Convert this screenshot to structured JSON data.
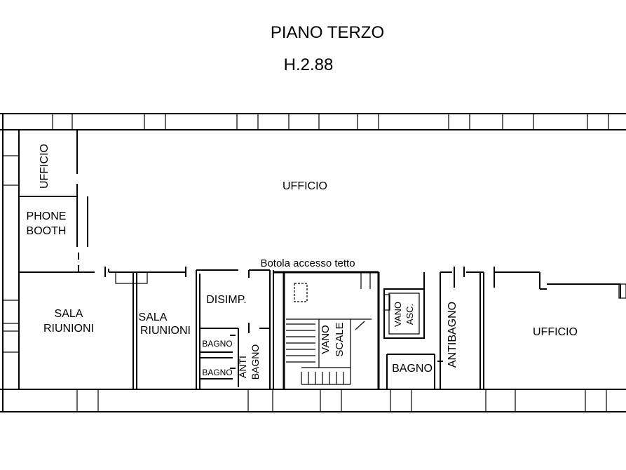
{
  "header": {
    "title": "PIANO TERZO",
    "height": "H.2.88"
  },
  "rooms": {
    "ufficio_small": "UFFICIO",
    "ufficio_main": "UFFICIO",
    "phone_booth_line1": "PHONE",
    "phone_booth_line2": "BOOTH",
    "sala1_line1": "SALA",
    "sala1_line2": "RIUNIONI",
    "sala2_line1": "SALA",
    "sala2_line2": "RIUNIONI",
    "disimp": "DISIMP.",
    "bagno_upper": "BAGNO",
    "bagno_lower": "BAGNO",
    "antibagno_left_line1": "ANTI",
    "antibagno_left_line2": "BAGNO",
    "botola": "Botola accesso tetto",
    "vano_scale_line1": "VANO",
    "vano_scale_line2": "SCALE",
    "vano_asc_line1": "VANO",
    "vano_asc_line2": "ASC.",
    "bagno_right": "BAGNO",
    "antibagno_right": "ANTIBAGNO",
    "ufficio_right": "UFFICIO"
  }
}
